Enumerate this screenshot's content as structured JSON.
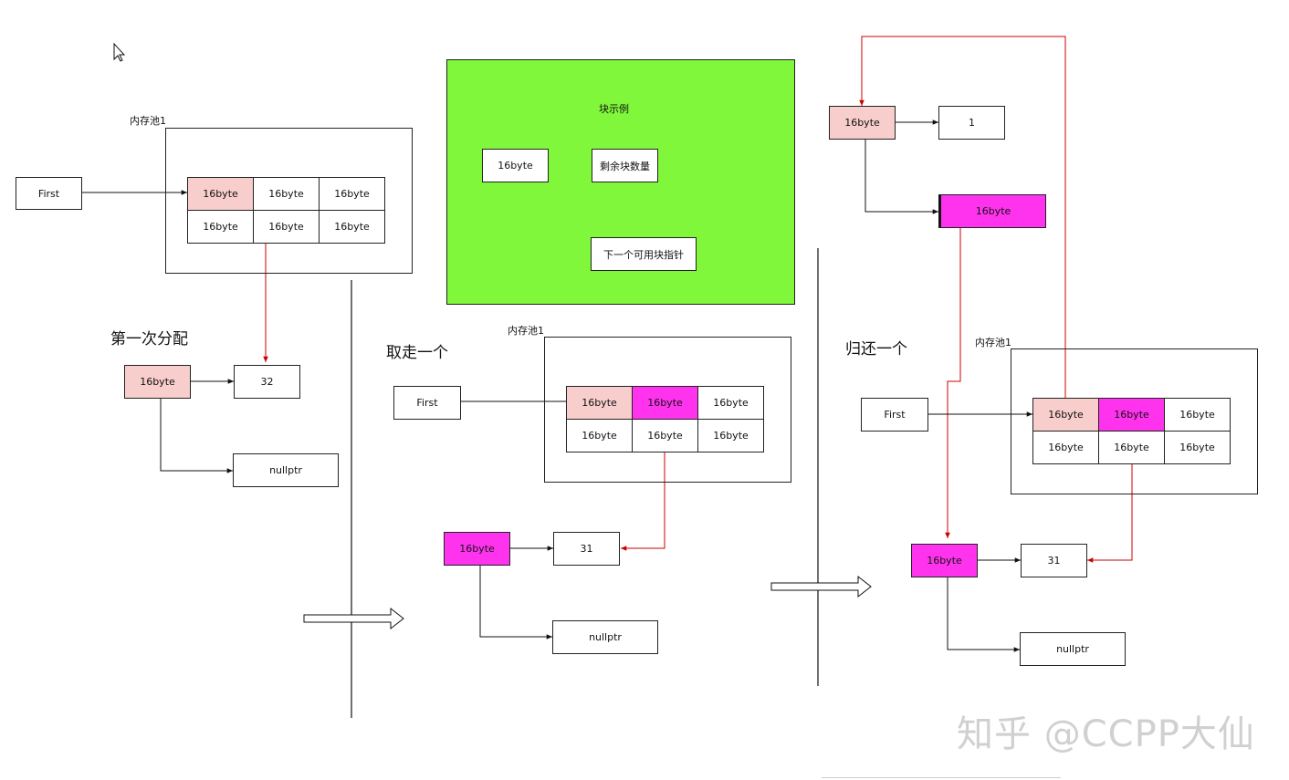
{
  "panel1": {
    "pool_label": "内存池1",
    "heading": "第一次分配",
    "first": "First",
    "cells": [
      "16byte",
      "16byte",
      "16byte",
      "16byte",
      "16byte",
      "16byte"
    ],
    "block": "16byte",
    "count": "32",
    "next": "nullptr"
  },
  "example": {
    "title": "块示例",
    "block": "16byte",
    "remaining": "剩余块数量",
    "next_ptr": "下一个可用块指针"
  },
  "panel2": {
    "pool_label": "内存池1",
    "heading": "取走一个",
    "first": "First",
    "cells": [
      "16byte",
      "16byte",
      "16byte",
      "16byte",
      "16byte",
      "16byte"
    ],
    "block": "16byte",
    "count": "31",
    "next": "nullptr"
  },
  "panel3": {
    "pool_label": "内存池1",
    "heading": "归还一个",
    "first": "First",
    "cells": [
      "16byte",
      "16byte",
      "16byte",
      "16byte",
      "16byte",
      "16byte"
    ],
    "top_block": "16byte",
    "top_count": "1",
    "top_next": "16byte",
    "block": "16byte",
    "count": "31",
    "next": "nullptr"
  },
  "watermark": "知乎 @CCPP大仙",
  "colors": {
    "pink": "#f8cecc",
    "magenta": "#ff33ee",
    "green": "#80f73a",
    "red_arrow": "#cc0000"
  }
}
